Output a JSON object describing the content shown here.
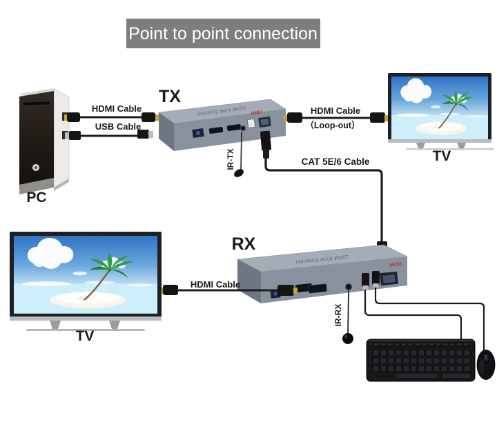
{
  "title": "Point to point connection",
  "nodes": {
    "pc": {
      "label": "PC"
    },
    "tx": {
      "label": "TX",
      "device_text": "120M KVM Extender",
      "brand": "HDMI",
      "ir": "IR-TX"
    },
    "rx": {
      "label": "RX",
      "device_text": "120M KVM Extender",
      "brand": "HDMI",
      "ir": "IR-RX"
    },
    "tv_top": {
      "label": "TV"
    },
    "tv_bottom": {
      "label": "TV"
    }
  },
  "cables": {
    "hdmi_pc_tx": "HDMI Cable",
    "usb_pc_tx": "USB Cable",
    "hdmi_loopout_line1": "HDMI Cable",
    "hdmi_loopout_line2": "（Loop-out）",
    "cat": "CAT 5E/6 Cable",
    "hdmi_rx_tv": "HDMI Cable"
  },
  "colors": {
    "title_bg": "#7e7e7e",
    "title_text": "#ffffff",
    "device_top": "#a6acb6",
    "device_front": "#8a919e",
    "device_side": "#6e7583",
    "cable": "#1c1c1c",
    "hdmi_logo": "#c2302a",
    "sky": "#2f74c6",
    "sea": "#cdeefb"
  }
}
